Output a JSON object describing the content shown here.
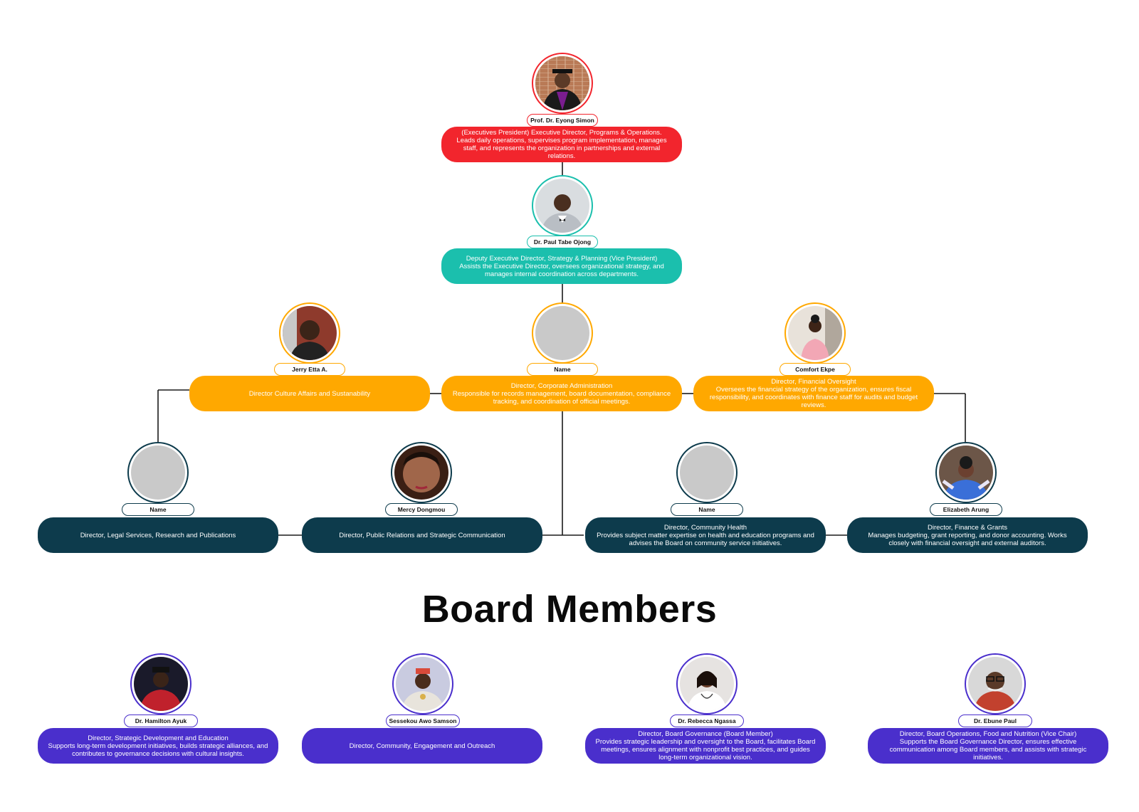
{
  "colors": {
    "executive": "#f2252d",
    "deputy": "#1bbfad",
    "director": "#ffa800",
    "staff": "#0d3b4c",
    "board": "#4a2fcc"
  },
  "org": {
    "executive": {
      "name": "Prof. Dr. Eyong Simon",
      "title": "(Executives President) Executive Director, Programs & Operations.",
      "desc": "Leads daily operations, supervises program implementation, manages staff, and represents the organization in partnerships and external relations."
    },
    "deputy": {
      "name": "Dr. Paul Tabe Ojong",
      "title": "Deputy Executive Director, Strategy & Planning (Vice President)",
      "desc": "Assists the Executive Director, oversees organizational strategy, and manages internal coordination across departments."
    },
    "directors": [
      {
        "name": "Jerry Etta A.",
        "title": "Director Culture Affairs and Sustanability",
        "desc": ""
      },
      {
        "name": "Name",
        "title": "Director, Corporate Administration",
        "desc": "Responsible for records management, board documentation, compliance tracking, and coordination of official meetings."
      },
      {
        "name": "Comfort Ekpe",
        "title": "Director, Financial Oversight",
        "desc": "Oversees the financial strategy of the organization, ensures fiscal responsibility, and coordinates with finance staff for audits and budget reviews."
      }
    ],
    "staff": [
      {
        "name": "Name",
        "title": "Director, Legal Services, Research and Publications",
        "desc": ""
      },
      {
        "name": "Mercy Dongmou",
        "title": "Director, Public Relations and Strategic Communication",
        "desc": ""
      },
      {
        "name": "Name",
        "title": "Director, Community Health",
        "desc": "Provides subject matter expertise on health and education programs and advises the Board on community service initiatives."
      },
      {
        "name": "Elizabeth Arung",
        "title": "Director, Finance & Grants",
        "desc": "Manages budgeting, grant reporting, and donor accounting. Works closely with financial oversight and external auditors."
      }
    ]
  },
  "board": {
    "heading": "Board Members",
    "members": [
      {
        "name": "Dr. Hamilton Ayuk",
        "title": "Director, Strategic Development and Education",
        "desc": "Supports long-term development initiatives, builds strategic alliances, and contributes to governance decisions with cultural insights."
      },
      {
        "name": "Sessekou Awo Samson",
        "title": "Director, Community, Engagement and Outreach",
        "desc": ""
      },
      {
        "name": "Dr. Rebecca Ngassa",
        "title": "Director, Board Governance (Board Member)",
        "desc": "Provides strategic leadership and oversight to the Board, facilitates Board meetings, ensures alignment with nonprofit best practices, and guides long-term organizational vision."
      },
      {
        "name": "Dr. Ebune Paul",
        "title": "Director, Board Operations, Food and Nutrition (Vice Chair)",
        "desc": "Supports the Board Governance Director, ensures effective communication among Board members, and assists with strategic initiatives."
      }
    ]
  }
}
